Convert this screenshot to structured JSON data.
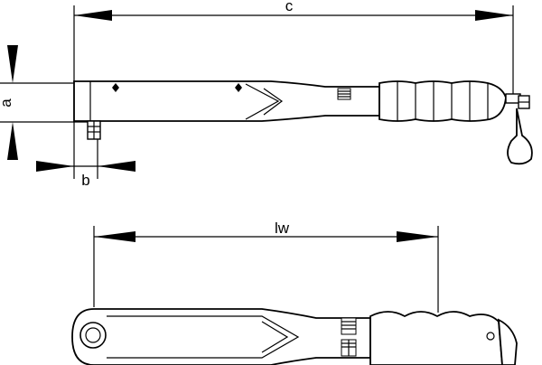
{
  "labels": {
    "c": "c",
    "a": "a",
    "b": "b",
    "lw": "lw"
  },
  "colors": {
    "line": "#000000",
    "background": "#ffffff"
  },
  "icons": [
    "square-drive-icon",
    "scale-marks-icon",
    "adjust-knob-icon",
    "ring-head-icon"
  ]
}
